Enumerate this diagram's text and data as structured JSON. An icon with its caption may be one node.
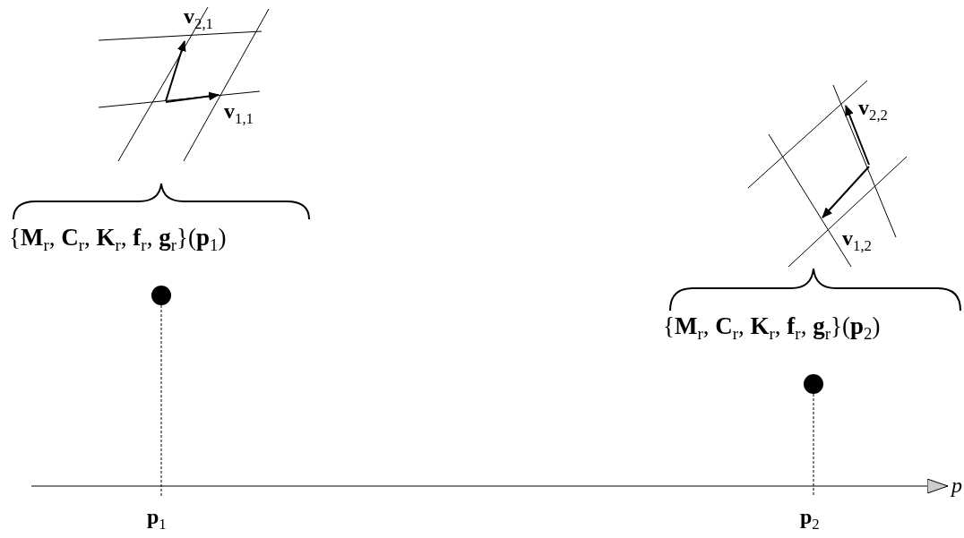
{
  "diagram": {
    "labels": [
      "**v**$_{2,1}$",
      "**v**$_{1,1}$",
      "{**M**$_{r}$, **C**$_{r}$, **K**$_{r}$, **f**$_{r}$, **g**$_{r}$}(**p**$_{1}$)",
      "**v**$_{2,2}$",
      "**v**$_{1,2}$",
      "{**M**$_{r}$, **C**$_{r}$, **K**$_{r}$, **f**$_{r}$, **g**$_{r}$}(**p**$_{2}$)",
      "p",
      "**p**$_{1}$",
      "**p**$_{2}$"
    ]
  }
}
